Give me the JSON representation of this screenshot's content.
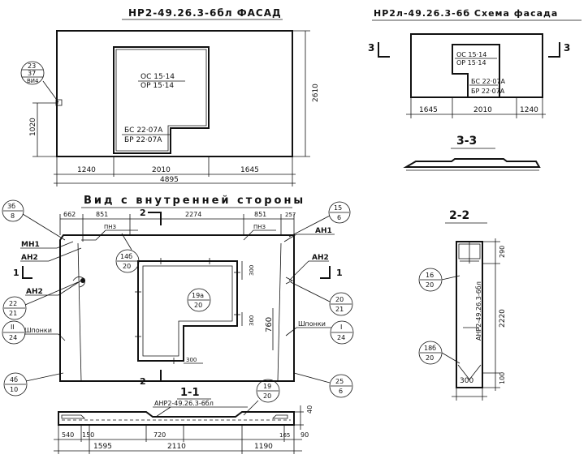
{
  "views": {
    "facade": {
      "title": "НР2-49.26.3-6бл ФАСАД",
      "opening_top": [
        "ОС 15·14",
        "ОР 15·14"
      ],
      "opening_bottom": [
        "БС 22·07А",
        "БР 22·07А"
      ],
      "callout": [
        "23",
        "37",
        "ВИ4"
      ],
      "dims": {
        "bottom_segments": [
          "1240",
          "2010",
          "1645"
        ],
        "bottom_total": "4895",
        "height": "2610",
        "left_height": "1020"
      }
    },
    "scheme": {
      "title": "НР2л-49.26.3-6б Схема фасада",
      "section_marks": [
        "3",
        "3"
      ],
      "opening_top": [
        "ОС 15·14",
        "ОР 15·14"
      ],
      "opening_bottom": [
        "БС 22·07А",
        "БР 22·07А"
      ],
      "dims": [
        "1645",
        "2010",
        "1240"
      ]
    },
    "section33": {
      "title": "3-3"
    },
    "section22": {
      "title": "2-2",
      "callout_top": [
        "16",
        "20"
      ],
      "callout_bottom": [
        "18б",
        "20"
      ],
      "vertical_text": "АНР2-49.26.3-6бл",
      "dims": {
        "top": "290",
        "middle": "2220",
        "bottom": "100",
        "width": "300"
      }
    },
    "inner": {
      "title": "Вид с внутренней стороны",
      "top_dims": [
        "662",
        "851",
        "2274",
        "851",
        "257"
      ],
      "labels": {
        "pn3_left": "ПНЗ",
        "pn3_right": "ПНЗ",
        "mn1": "МН1",
        "an2_left": "АН2",
        "an2_mid": "АН2",
        "an1": "АН1",
        "an2_right": "АН2",
        "shponki_left": "Шпонки",
        "shponki_right": "Шпонки",
        "section_2": "2",
        "section_1": "1"
      },
      "callouts": {
        "c36_8": [
          "3б",
          "8"
        ],
        "c15_6": [
          "15",
          "6"
        ],
        "c14_20": [
          "14б",
          "20"
        ],
        "c19_20": [
          "19а",
          "20"
        ],
        "c22_21": [
          "22",
          "21"
        ],
        "c20_21": [
          "20",
          "21"
        ],
        "c2_24": [
          "II",
          "24"
        ],
        "c1_24": [
          "I",
          "24"
        ],
        "c4_10": [
          "4б",
          "10"
        ],
        "c25_6": [
          "25",
          "6"
        ]
      },
      "dims": {
        "d300a": "300",
        "d300b": "300",
        "d300c": "300",
        "d760": "760"
      }
    },
    "section11": {
      "title": "1-1",
      "label": "АНР2-49.26.3-6бл",
      "callout": [
        "19",
        "20"
      ],
      "dims": {
        "row1": [
          "540",
          "150",
          "720",
          "165",
          "90"
        ],
        "row2": [
          "1595",
          "2110",
          "1190"
        ],
        "height": "40"
      }
    }
  }
}
